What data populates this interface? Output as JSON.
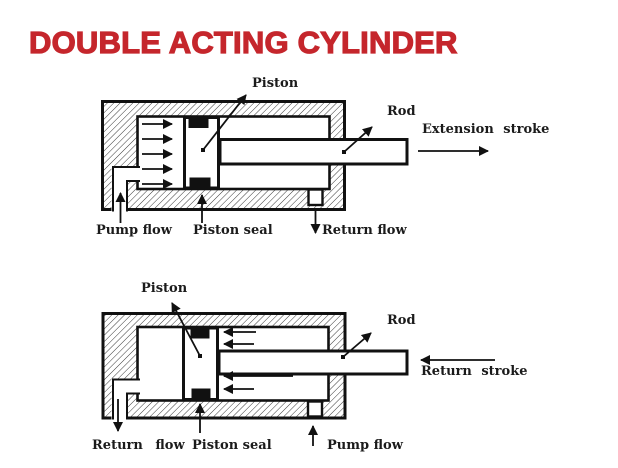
{
  "title": "DOUBLE ACTING CYLINDER",
  "colors": {
    "title_red": "#C5262C",
    "ink": "#111111"
  },
  "extension_diagram": {
    "piston_label": "Piston",
    "rod_label": "Rod",
    "stroke_label": "Extension stroke",
    "pump_flow_label": "Pump flow",
    "piston_seal_label": "Piston seal",
    "return_flow_label": "Return flow"
  },
  "return_diagram": {
    "piston_label": "Piston",
    "rod_label": "Rod",
    "stroke_label": "Return stroke",
    "return_flow_label": "Return flow",
    "piston_seal_label": "Piston seal",
    "pump_flow_label": "Pump flow"
  }
}
